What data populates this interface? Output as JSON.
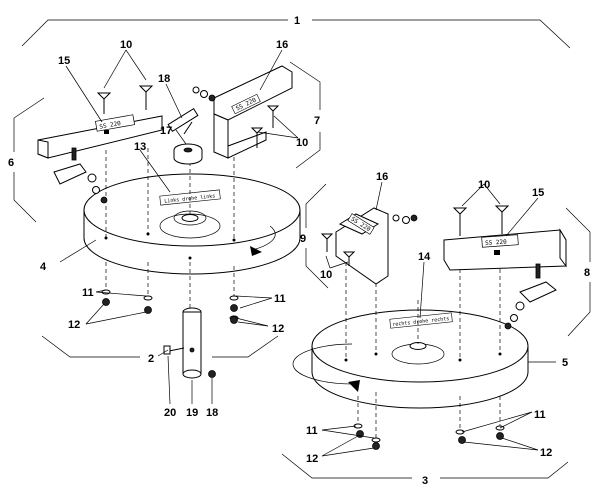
{
  "diagram": {
    "callouts": {
      "c1": "1",
      "c2": "2",
      "c3": "3",
      "c4": "4",
      "c5": "5",
      "c6": "6",
      "c7": "7",
      "c8": "8",
      "c9": "9",
      "c10a": "10",
      "c10b": "10",
      "c10c": "10",
      "c10d": "10",
      "c11a": "11",
      "c11b": "11",
      "c11c": "11",
      "c11d": "11",
      "c12a": "12",
      "c12b": "12",
      "c12c": "12",
      "c12d": "12",
      "c13": "13",
      "c14": "14",
      "c15a": "15",
      "c15b": "15",
      "c16a": "16",
      "c16b": "16",
      "c17": "17",
      "c18a": "18",
      "c18b": "18",
      "c19": "19",
      "c20": "20"
    },
    "disc_left_label": "Links drehe links",
    "disc_right_label": "rechts drehe rechts",
    "plate_left": "SS 220",
    "plate_right": "SS 220",
    "bracket_left_plate": "SS 220",
    "bracket_right_plate": "SS 220"
  }
}
